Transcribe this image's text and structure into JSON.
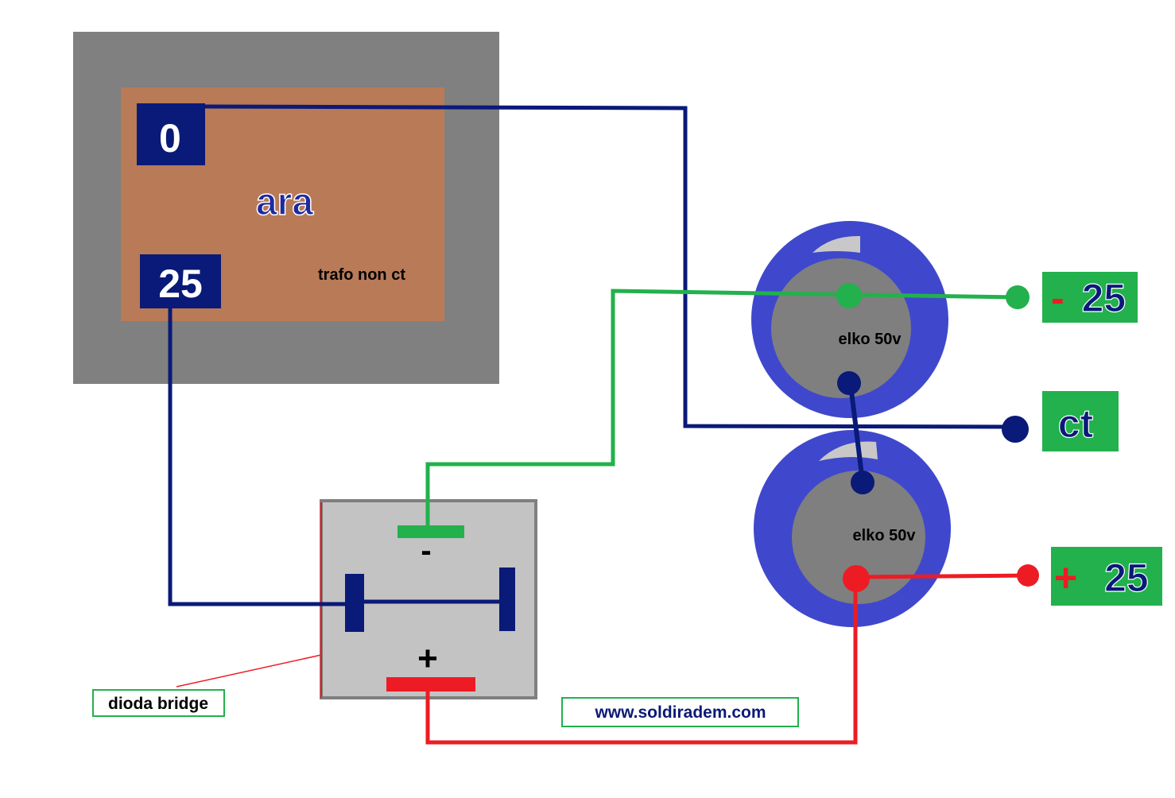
{
  "transformer": {
    "tap_top": "0",
    "tap_bottom": "25",
    "brand": "ara",
    "type_label": "trafo non ct"
  },
  "capacitors": {
    "upper_label": "elko 50v",
    "lower_label": "elko 50v"
  },
  "bridge": {
    "minus_symbol": "-",
    "plus_symbol": "+"
  },
  "outputs": {
    "neg_sign": "-",
    "neg_value": "25",
    "ct": "ct",
    "pos_sign": "+",
    "pos_value": "25"
  },
  "labels": {
    "bridge_caption": "dioda bridge",
    "website": "www.soldiradem.com"
  },
  "colors": {
    "navy_wire": "#0a1a78",
    "green_wire": "#22b14c",
    "red_wire": "#ed1c24",
    "transformer_frame": "#808080",
    "transformer_core": "#b97a57",
    "capacitor_outer": "#3f48cc",
    "capacitor_inner": "#7f7f7f",
    "bridge_body": "#c3c3c3",
    "terminal_box": "#22b14c"
  }
}
